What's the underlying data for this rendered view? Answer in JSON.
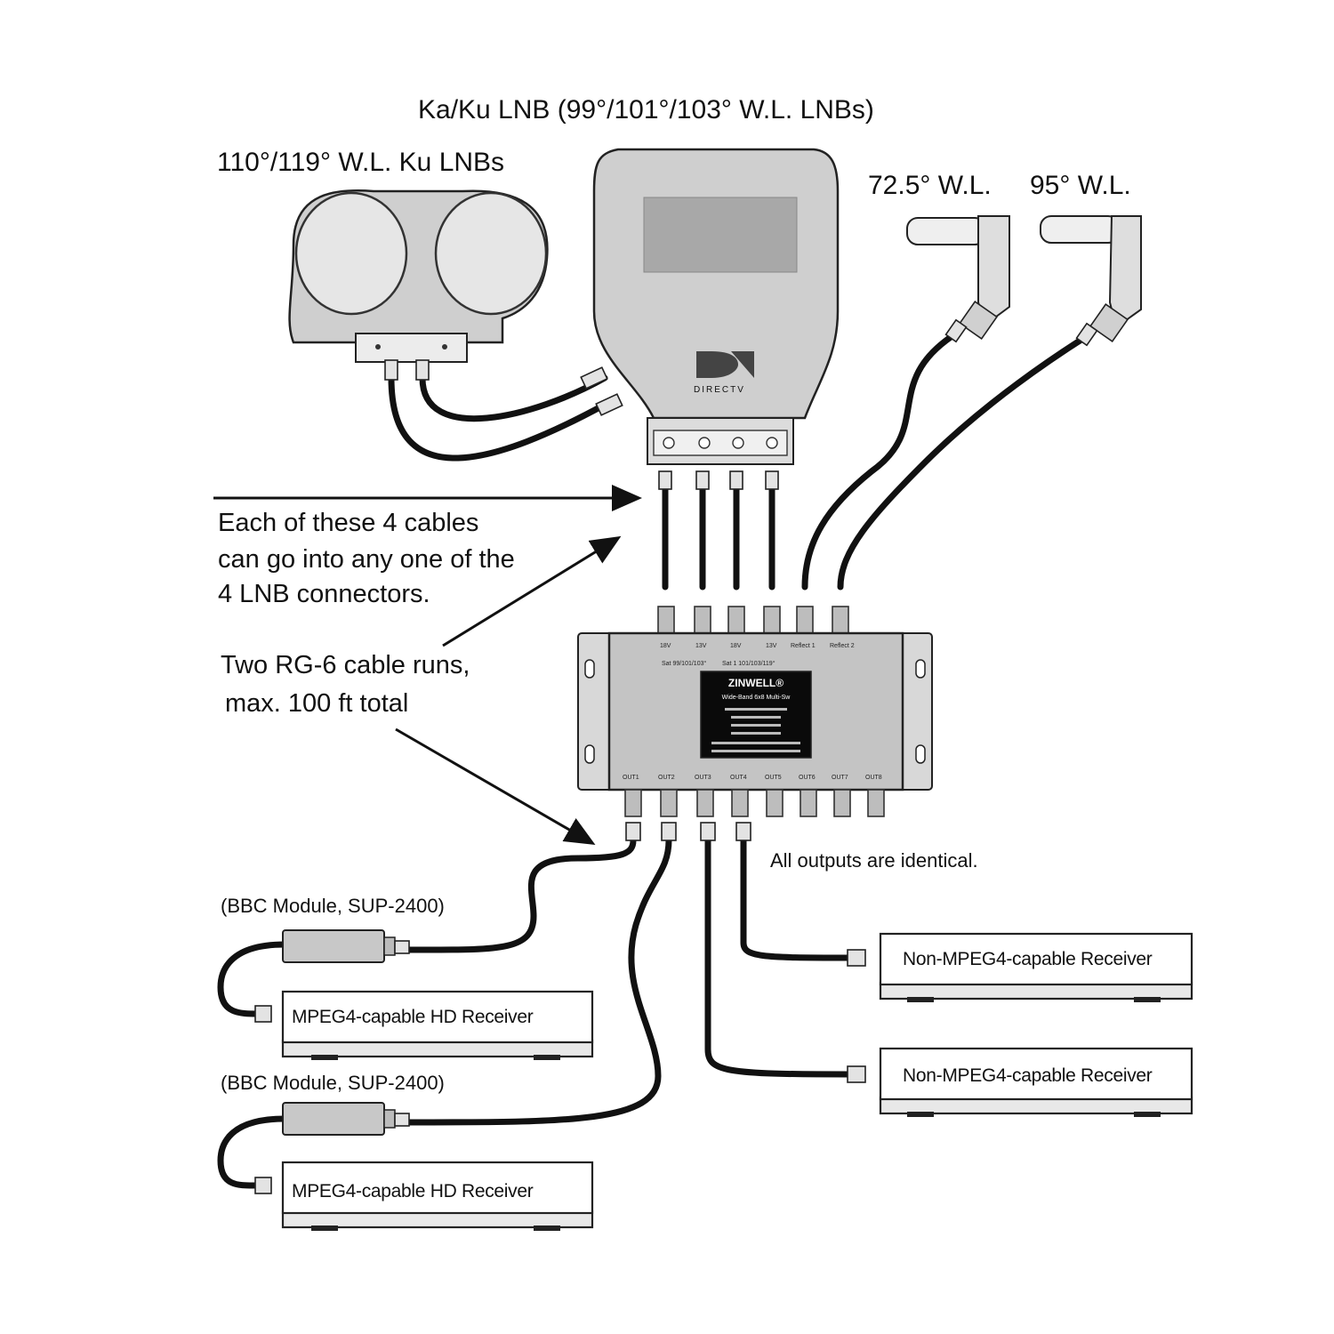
{
  "labels": {
    "ka_ku_lnb": "Ka/Ku LNB (99°/101°/103° W.L. LNBs)",
    "ku_lnbs": "110°/119° W.L. Ku LNBs",
    "lnb_725": "72.5° W.L.",
    "lnb_95": "95° W.L.",
    "note_cables_line1": "Each of these 4 cables",
    "note_cables_line2": "can go into any one of the",
    "note_cables_line3": "4 LNB connectors.",
    "note_runs_line1": "Two RG-6 cable runs,",
    "note_runs_line2": "max. 100 ft total",
    "all_outputs": "All outputs are identical.",
    "bbc_module_1": "(BBC Module, SUP-2400)",
    "bbc_module_2": "(BBC Module, SUP-2400)"
  },
  "dish_logo": {
    "brand": "DIRECTV"
  },
  "multiswitch": {
    "brand": "ZINWELL®",
    "model": "Wide-Band 6x8 Multi-Sw",
    "inputs": [
      "18V",
      "13V",
      "18V",
      "13V",
      "Reflect 1",
      "Reflect 2"
    ],
    "sublabels": [
      "Sat 99/101/103°",
      "Sat 1 101/103/119°"
    ],
    "outputs": [
      "OUT1",
      "OUT2",
      "OUT3",
      "OUT4",
      "OUT5",
      "OUT6",
      "OUT7",
      "OUT8"
    ]
  },
  "receivers": [
    {
      "label": "MPEG4-capable HD Receiver"
    },
    {
      "label": "MPEG4-capable HD Receiver"
    },
    {
      "label": "Non-MPEG4-capable Receiver"
    },
    {
      "label": "Non-MPEG4-capable Receiver"
    }
  ]
}
